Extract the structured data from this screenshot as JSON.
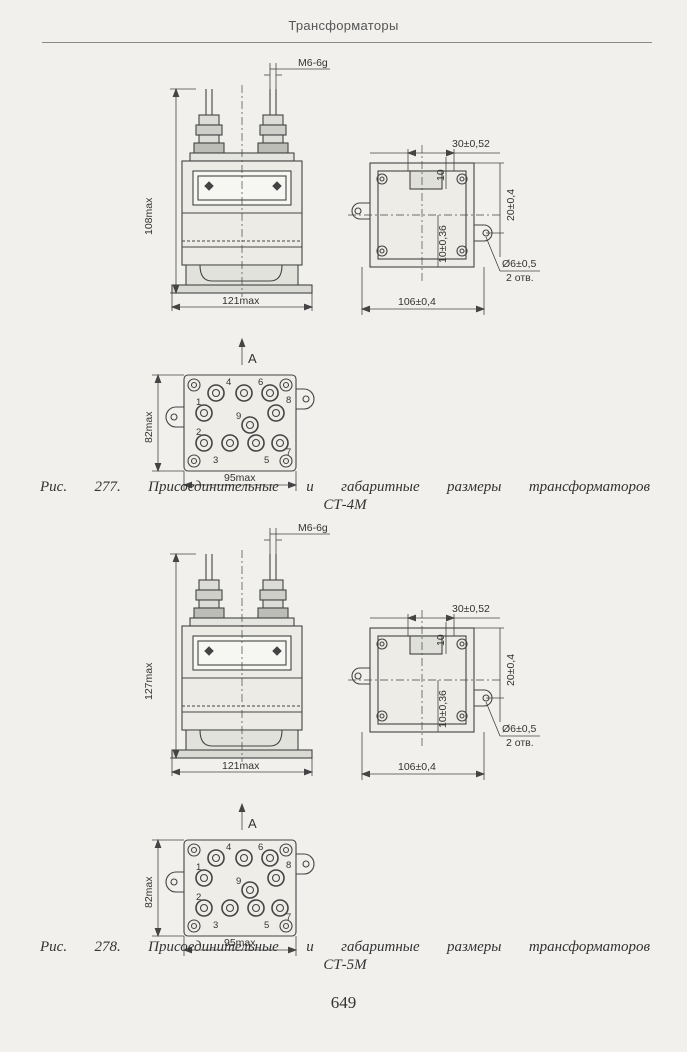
{
  "header": {
    "title": "Трансформаторы"
  },
  "figures": [
    {
      "thread": "M6-6g",
      "height": "108max",
      "width": "121max",
      "dim_top": "30±0,52",
      "dim_10": "10",
      "dim_20": "20±0,4",
      "dim_mid": "10±0,36",
      "dim_106": "106±0,4",
      "hole": "Ø6±0,5",
      "holes_count": "2 отв.",
      "view": "A",
      "bottom_h": "82max",
      "bottom_w": "95max",
      "terminals": [
        "1",
        "2",
        "3",
        "4",
        "5",
        "6",
        "7",
        "8",
        "9"
      ],
      "caption_l1": "Рис. 277. Присоединительные и габаритные размеры трансформаторов",
      "caption_l2": "СТ-4М"
    },
    {
      "thread": "M6-6g",
      "height": "127max",
      "width": "121max",
      "dim_top": "30±0,52",
      "dim_10": "10",
      "dim_20": "20±0,4",
      "dim_mid": "10±0,36",
      "dim_106": "106±0,4",
      "hole": "Ø6±0,5",
      "holes_count": "2 отв.",
      "view": "A",
      "bottom_h": "82max",
      "bottom_w": "95max",
      "terminals": [
        "1",
        "2",
        "3",
        "4",
        "5",
        "6",
        "7",
        "8",
        "9"
      ],
      "caption_l1": "Рис. 278. Присоединительные и габаритные размеры трансформаторов",
      "caption_l2": "СТ-5М"
    }
  ],
  "page_number": "649"
}
